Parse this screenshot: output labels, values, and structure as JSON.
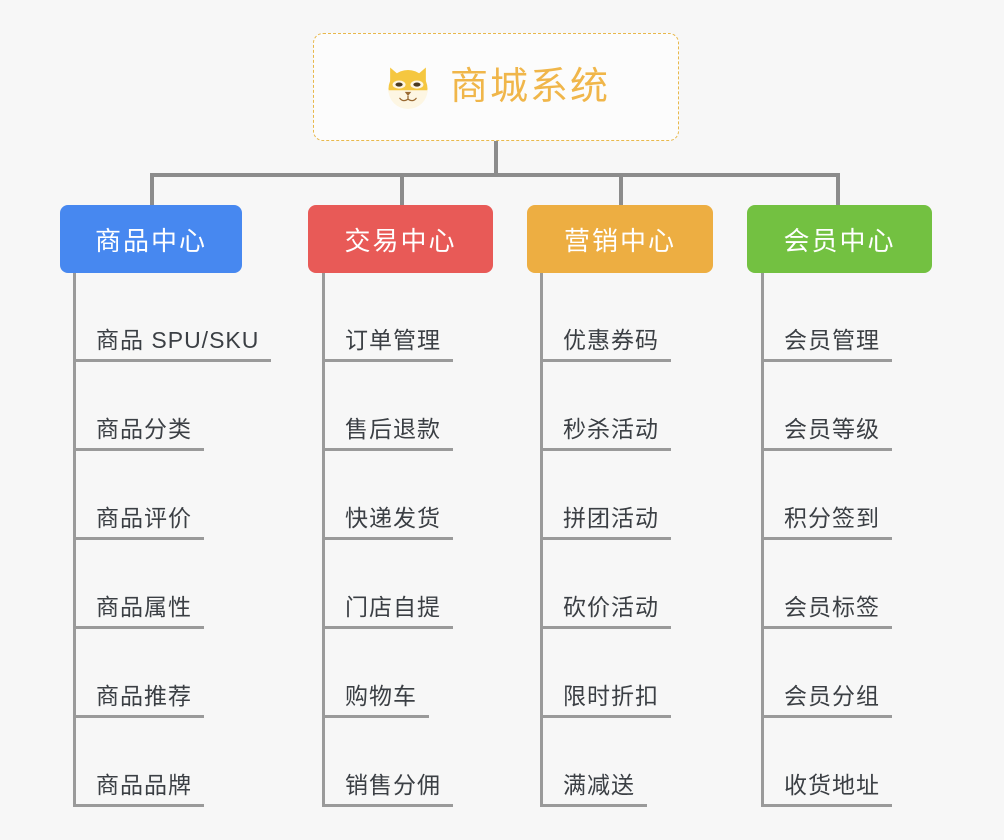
{
  "canvas": {
    "background": "#f7f7f7",
    "line_color": "#8c8c8c"
  },
  "root": {
    "title": "商城系统",
    "icon": "shiba-inu-face-icon",
    "border_color": "#e8b84b",
    "text_color": "#f0b64a"
  },
  "categories": [
    {
      "label": "商品中心",
      "color": "#4788f0",
      "items": [
        "商品 SPU/SKU",
        "商品分类",
        "商品评价",
        "商品属性",
        "商品推荐",
        "商品品牌"
      ]
    },
    {
      "label": "交易中心",
      "color": "#e85a57",
      "items": [
        "订单管理",
        "售后退款",
        "快递发货",
        "门店自提",
        "购物车",
        "销售分佣"
      ]
    },
    {
      "label": "营销中心",
      "color": "#edae42",
      "items": [
        "优惠券码",
        "秒杀活动",
        "拼团活动",
        "砍价活动",
        "限时折扣",
        "满减送"
      ]
    },
    {
      "label": "会员中心",
      "color": "#73c141",
      "items": [
        "会员管理",
        "会员等级",
        "积分签到",
        "会员标签",
        "会员分组",
        "收货地址"
      ]
    }
  ]
}
